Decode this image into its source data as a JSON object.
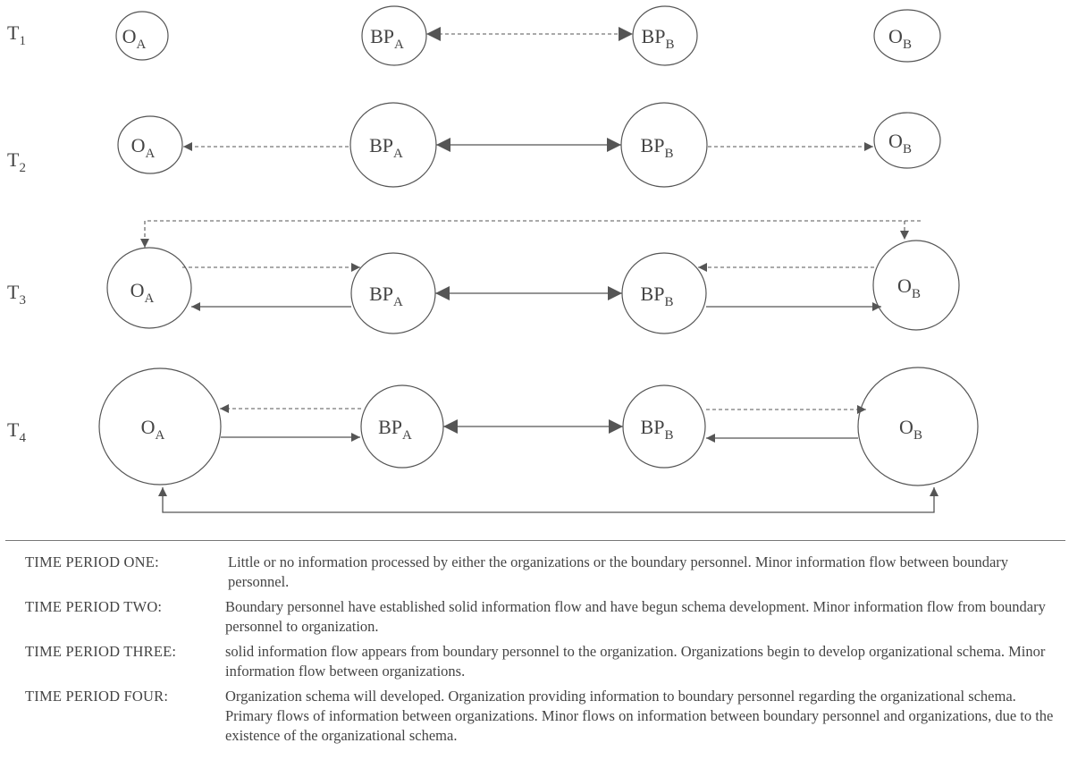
{
  "rows": [
    {
      "label": "T",
      "label_sub": "1",
      "nodes": [
        {
          "text": "O",
          "sub": "A"
        },
        {
          "text": "BP",
          "sub": "A"
        },
        {
          "text": "BP",
          "sub": "B"
        },
        {
          "text": "O",
          "sub": "B"
        }
      ]
    },
    {
      "label": "T",
      "label_sub": "2",
      "nodes": [
        {
          "text": "O",
          "sub": "A"
        },
        {
          "text": "BP",
          "sub": "A"
        },
        {
          "text": "BP",
          "sub": "B"
        },
        {
          "text": "O",
          "sub": "B"
        }
      ]
    },
    {
      "label": "T",
      "label_sub": "3",
      "nodes": [
        {
          "text": "O",
          "sub": "A"
        },
        {
          "text": "BP",
          "sub": "A"
        },
        {
          "text": "BP",
          "sub": "B"
        },
        {
          "text": "O",
          "sub": "B"
        }
      ]
    },
    {
      "label": "T",
      "label_sub": "4",
      "nodes": [
        {
          "text": "O",
          "sub": "A"
        },
        {
          "text": "BP",
          "sub": "A"
        },
        {
          "text": "BP",
          "sub": "B"
        },
        {
          "text": "O",
          "sub": "B"
        }
      ]
    }
  ],
  "legend": [
    {
      "term": "TIME PERIOD ONE:",
      "description": "Little or no information processed by either the organizations or the boundary personnel.  Minor information flow between boundary personnel."
    },
    {
      "term": "TIME PERIOD TWO:",
      "description": "Boundary personnel have established solid information flow and have begun schema development.  Minor information flow from boundary personnel to organization."
    },
    {
      "term": "TIME PERIOD THREE:",
      "description": "solid information flow appears from boundary personnel to the organization.  Organizations begin to develop organizational schema.  Minor information flow between organizations."
    },
    {
      "term": "TIME PERIOD FOUR:",
      "description": "Organization schema will developed.  Organization providing information to boundary personnel regarding the organizational schema.  Primary flows of information between organizations.  Minor flows on information between boundary personnel and organizations, due to the existence of the organizational schema."
    }
  ]
}
